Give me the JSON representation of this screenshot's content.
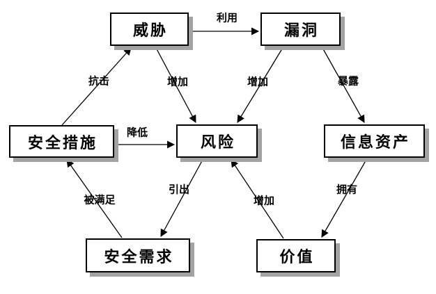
{
  "diagram": {
    "background": "#ffffff",
    "colors": {
      "node_fill": "#ffffff",
      "node_border": "#000000",
      "node_shadow": "#a3a3a3",
      "line": "#000000",
      "text": "#000000"
    },
    "nodes": [
      {
        "id": "threat",
        "label": "威胁"
      },
      {
        "id": "vulnerability",
        "label": "漏洞"
      },
      {
        "id": "security-measures",
        "label": "安全措施"
      },
      {
        "id": "risk",
        "label": "风险"
      },
      {
        "id": "information-assets",
        "label": "信息资产"
      },
      {
        "id": "security-requirements",
        "label": "安全需求"
      },
      {
        "id": "value",
        "label": "价值"
      }
    ],
    "edges": [
      {
        "from": "威胁",
        "to": "漏洞",
        "label": "利用"
      },
      {
        "from": "安全措施",
        "to": "威胁",
        "label": "抗击"
      },
      {
        "from": "威胁",
        "to": "风险",
        "label": "增加"
      },
      {
        "from": "漏洞",
        "to": "风险",
        "label": "增加"
      },
      {
        "from": "漏洞",
        "to": "信息资产",
        "label": "暴露"
      },
      {
        "from": "安全措施",
        "to": "风险",
        "label": "降低"
      },
      {
        "from": "风险",
        "to": "安全需求",
        "label": "引出"
      },
      {
        "from": "安全需求",
        "to": "安全措施",
        "label": "被满足"
      },
      {
        "from": "价值",
        "to": "风险",
        "label": "增加"
      },
      {
        "from": "信息资产",
        "to": "价值",
        "label": "拥有"
      }
    ]
  }
}
